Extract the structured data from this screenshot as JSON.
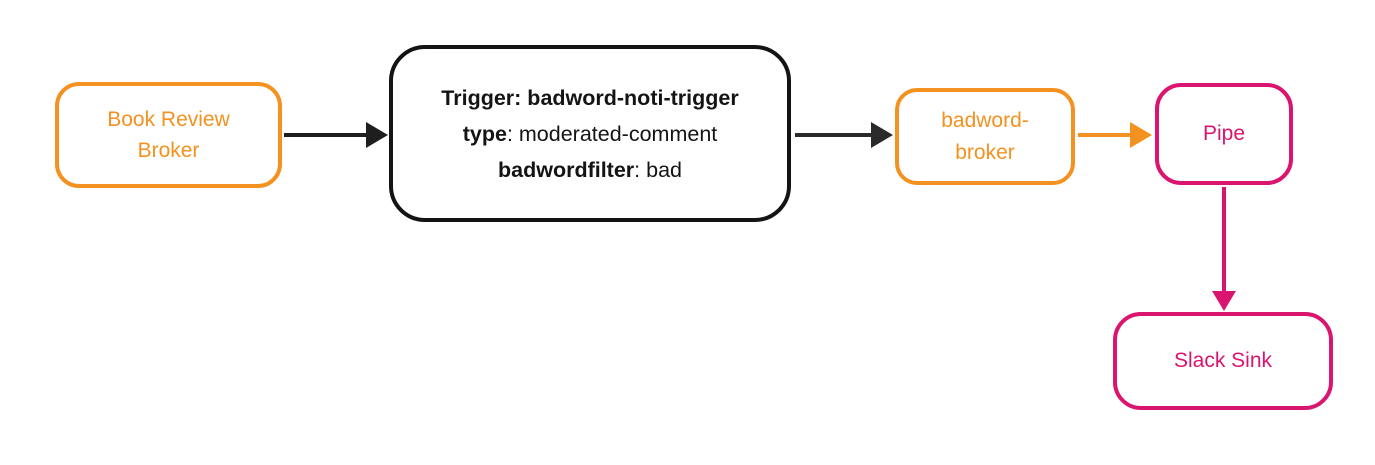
{
  "diagram": {
    "nodes": {
      "book_review_broker": {
        "label": "Book Review\nBroker",
        "color": "#F39220"
      },
      "trigger": {
        "color": "#141414",
        "lines": [
          {
            "bold": "Trigger: badword-noti-trigger",
            "normal": ""
          },
          {
            "bold": "type",
            "normal": ": moderated-comment"
          },
          {
            "bold": "badwordfilter",
            "normal": ": bad"
          }
        ]
      },
      "badword_broker": {
        "label": "badword-\nbroker",
        "color": "#F39220"
      },
      "pipe": {
        "label": "Pipe",
        "color": "#D9156F"
      },
      "slack_sink": {
        "label": "Slack Sink",
        "color": "#D9156F"
      }
    },
    "edges": [
      {
        "from": "book_review_broker",
        "to": "trigger",
        "color": "#1E1E1E",
        "direction": "right"
      },
      {
        "from": "trigger",
        "to": "badword_broker",
        "color": "#2A2A2A",
        "direction": "right"
      },
      {
        "from": "badword_broker",
        "to": "pipe",
        "color": "#F39220",
        "direction": "right"
      },
      {
        "from": "pipe",
        "to": "slack_sink",
        "color": "#D9156F",
        "direction": "down"
      }
    ],
    "colors": {
      "orange": "#F39220",
      "pink": "#D9156F",
      "dark": "#141414",
      "background": "#FFFFFF"
    }
  }
}
